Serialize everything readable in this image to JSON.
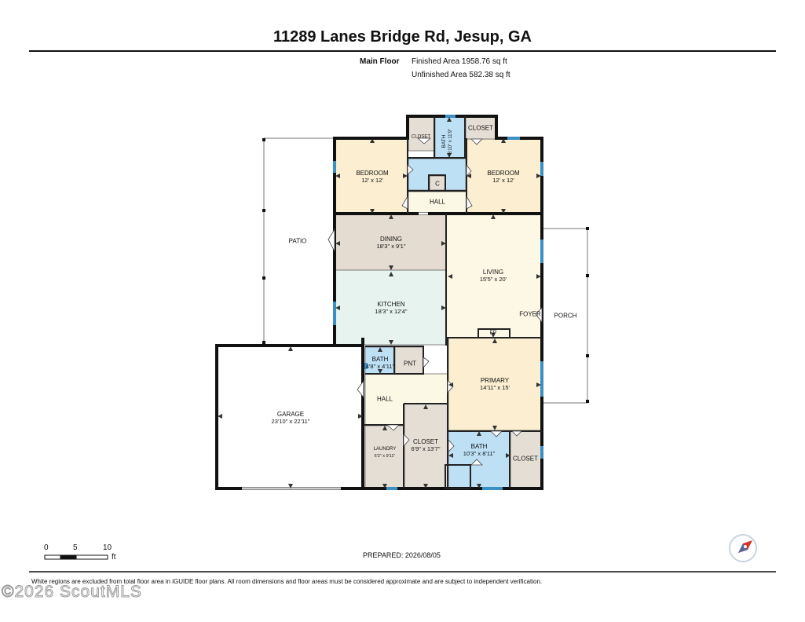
{
  "title": "11289 Lanes Bridge Rd, Jesup, GA",
  "floor": {
    "name": "Main Floor",
    "finished": "Finished Area 1958.76 sq ft",
    "unfinished": "Unfinished Area 582.38 sq ft"
  },
  "rooms": {
    "bedroom_left": {
      "name": "BEDROOM",
      "dim": "12' x 12'"
    },
    "bedroom_right": {
      "name": "BEDROOM",
      "dim": "12' x 12'"
    },
    "closet_small": {
      "name": "CLOSET"
    },
    "bath_top": {
      "name": "BATH",
      "dim": "5'10\" x 11'9\""
    },
    "closet_top_right": {
      "name": "CLOSET"
    },
    "c_closet": {
      "name": "C"
    },
    "hall_top": {
      "name": "HALL"
    },
    "patio": {
      "name": "PATIO"
    },
    "dining": {
      "name": "DINING",
      "dim": "18'3\" x 9'1\""
    },
    "living": {
      "name": "LIVING",
      "dim": "15'5\" x 20'"
    },
    "kitchen": {
      "name": "KITCHEN",
      "dim": "18'3\" x 12'4\""
    },
    "foyer": {
      "name": "FOYER"
    },
    "porch": {
      "name": "PORCH"
    },
    "fp": {
      "name": "FP"
    },
    "bath_mid": {
      "name": "BATH",
      "dim": "4'8\" x 4'11\""
    },
    "pnt": {
      "name": "PNT"
    },
    "hall_mid": {
      "name": "HALL"
    },
    "primary": {
      "name": "PRIMARY",
      "dim": "14'11\" x 15'"
    },
    "garage": {
      "name": "GARAGE",
      "dim": "23'10\" x 22'11\""
    },
    "laundry": {
      "name": "LAUNDRY",
      "dim": "6'2\" x 9'11\""
    },
    "closet_mid": {
      "name": "CLOSET",
      "dim": "6'9\" x 13'7\""
    },
    "bath_primary": {
      "name": "BATH",
      "dim": "10'3\" x 8'11\""
    },
    "closet_primary": {
      "name": "CLOSET"
    }
  },
  "scale": {
    "ticks": [
      "0",
      "5",
      "10"
    ],
    "unit": "ft"
  },
  "prepared": "PREPARED: 2026/08/05",
  "disclaimer": "White regions are excluded from total floor area in iGUIDE floor plans. All room dimensions and floor areas must be considered approximate and are subject to independent verification.",
  "watermark": "©2026 ScoutMLS",
  "colors": {
    "bedroom": "#fbeed1",
    "bath": "#bde0f5",
    "dining": "#e4dcd1",
    "kitchen": "#e6f3ee",
    "living": "#fdf8e6",
    "closet": "#e5ded5",
    "hall": "#fbf8e6",
    "wall": "#111111",
    "window": "#3a8fc4",
    "compass": "#d9332a"
  }
}
